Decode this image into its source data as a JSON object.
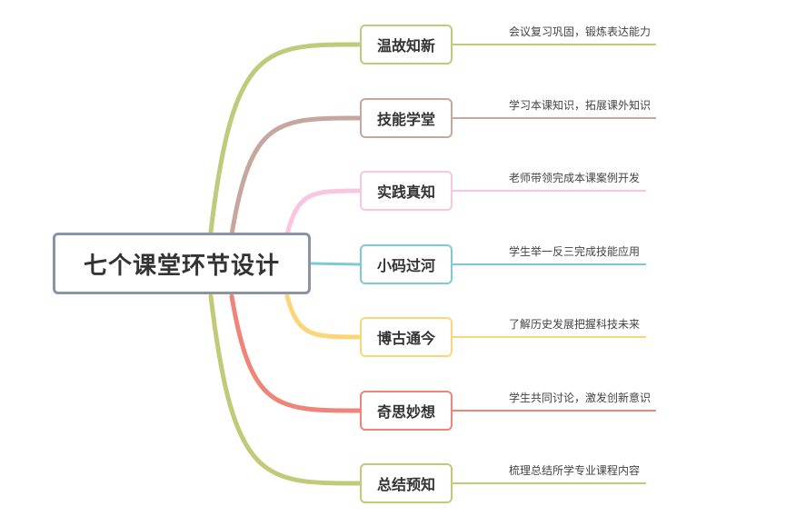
{
  "central": {
    "title": "七个课堂环节设计"
  },
  "branches": [
    {
      "label": "温故知新",
      "desc": "会议复习巩固，锻炼表达能力",
      "color": "#bfca7a"
    },
    {
      "label": "技能学堂",
      "desc": "学习本课知识，拓展课外知识",
      "color": "#c7a79d"
    },
    {
      "label": "实践真知",
      "desc": "老师带领完成本课案例开发",
      "color": "#f9c6e2"
    },
    {
      "label": "小码过河",
      "desc": "学生举一反三完成技能应用",
      "color": "#7ccbd4"
    },
    {
      "label": "博古通今",
      "desc": "了解历史发展把握科技未来",
      "color": "#fbd57a"
    },
    {
      "label": "奇思妙想",
      "desc": "学生共同讨论，激发创新意识",
      "color": "#ef8478"
    },
    {
      "label": "总结预知",
      "desc": "梳理总结所学专业课程内容",
      "color": "#c2ca77"
    }
  ]
}
